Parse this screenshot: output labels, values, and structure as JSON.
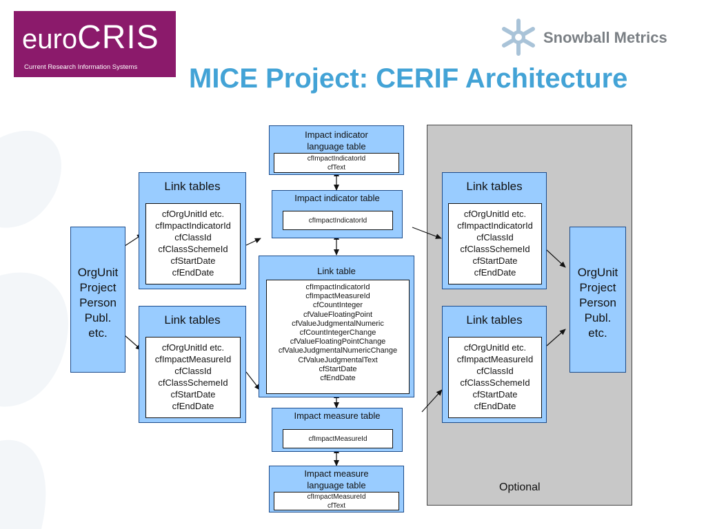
{
  "logos": {
    "eurocris": {
      "brand_part1": "euro",
      "brand_part2": "CRIS",
      "tagline": "Current Research Information Systems"
    },
    "snowball": {
      "name": "Snowball Metrics",
      "icon": "snowflake-icon"
    }
  },
  "title": "MICE Project: CERIF Architecture",
  "colors": {
    "title": "#43a3d6",
    "box_fill": "#99ccff",
    "optional_fill": "#c8c8c8",
    "eurocris_brand": "#8b1a6b"
  },
  "diagram": {
    "left_entity": {
      "lines": [
        "OrgUnit",
        "Project",
        "Person",
        "Publ.",
        "etc."
      ]
    },
    "right_entity": {
      "lines": [
        "OrgUnit",
        "Project",
        "Person",
        "Publ.",
        "etc."
      ]
    },
    "left_link_top": {
      "title": "Link tables",
      "fields": [
        "cfOrgUnitId etc.",
        "cfImpactIndicatorId",
        "cfClassId",
        "cfClassSchemeId",
        "cfStartDate",
        "cfEndDate"
      ]
    },
    "left_link_bottom": {
      "title": "Link tables",
      "fields": [
        "cfOrgUnitId etc.",
        "cfImpactMeasureId",
        "cfClassId",
        "cfClassSchemeId",
        "cfStartDate",
        "cfEndDate"
      ]
    },
    "right_link_top": {
      "title": "Link tables",
      "fields": [
        "cfOrgUnitId etc.",
        "cfImpactIndicatorId",
        "cfClassId",
        "cfClassSchemeId",
        "cfStartDate",
        "cfEndDate"
      ]
    },
    "right_link_bottom": {
      "title": "Link tables",
      "fields": [
        "cfOrgUnitId etc.",
        "cfImpactMeasureId",
        "cfClassId",
        "cfClassSchemeId",
        "cfStartDate",
        "cfEndDate"
      ]
    },
    "indicator_language": {
      "title_lines": [
        "Impact indicator",
        "language table"
      ],
      "fields": [
        "cfImpactIndicatorId",
        "cfText"
      ]
    },
    "indicator_table": {
      "title": "Impact indicator table",
      "fields": [
        "cfImpactIndicatorId"
      ]
    },
    "central_link": {
      "title": "Link table",
      "fields": [
        "cfImpactIndicatorId",
        "cfImpactMeasureId",
        "cfCountInteger",
        "cfValueFloatingPoint",
        "cfValueJudgmentalNumeric",
        "cfCountIntegerChange",
        "cfValueFloatingPointChange",
        "cfValueJudgmentalNumericChange",
        "CfValueJudgmentalText",
        "cfStartDate",
        "cfEndDate"
      ]
    },
    "measure_table": {
      "title": "Impact measure table",
      "fields": [
        "cfImpactMeasureId"
      ]
    },
    "measure_language": {
      "title_lines": [
        "Impact measure",
        "language table"
      ],
      "fields": [
        "cfImpactMeasureId",
        "cfText"
      ]
    },
    "optional_label": "Optional"
  }
}
